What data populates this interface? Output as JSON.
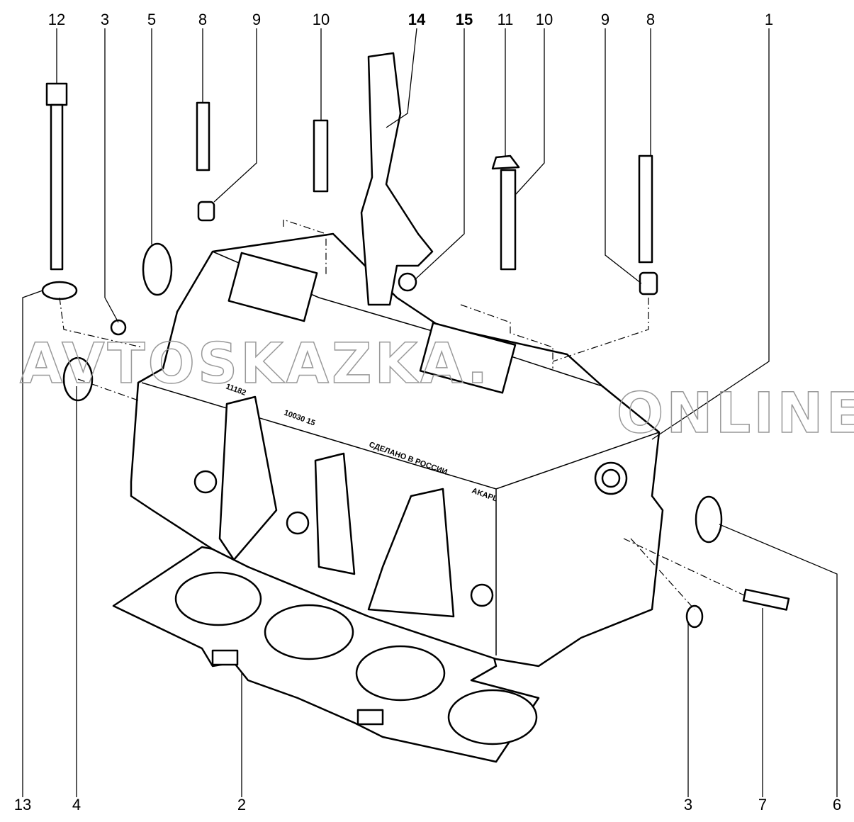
{
  "diagram": {
    "title": "Cylinder head assembly exploded view",
    "callouts_top": [
      "12",
      "3",
      "5",
      "8",
      "9",
      "10",
      "14",
      "15",
      "11",
      "10",
      "9",
      "8",
      "1"
    ],
    "callouts_bottom": [
      "13",
      "4",
      "2",
      "3",
      "7",
      "6"
    ],
    "embossed": {
      "made_in": "СДЕЛАНО В РОССИИ",
      "code1": "10030 15",
      "code2": "11182",
      "code3": "AKAPL"
    },
    "watermark": "AVTOSKAZKA.ONLINE"
  }
}
